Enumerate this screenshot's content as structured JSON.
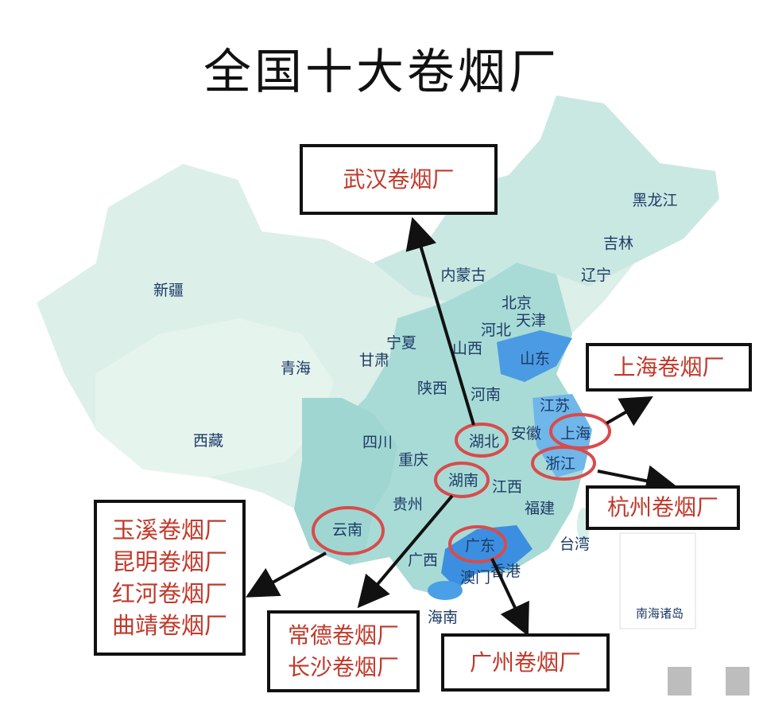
{
  "title": "全国十大卷烟厂",
  "provinces": {
    "xinjiang": "新疆",
    "xizang": "西藏",
    "qinghai": "青海",
    "gansu": "甘肃",
    "ningxia": "宁夏",
    "neimenggu": "内蒙古",
    "heilongjiang": "黑龙江",
    "jilin": "吉林",
    "liaoning": "辽宁",
    "beijing": "北京",
    "tianjin": "天津",
    "hebei": "河北",
    "shanxi": "山西",
    "shandong": "山东",
    "shaanxi": "陕西",
    "henan": "河南",
    "jiangsu": "江苏",
    "anhui": "安徽",
    "shanghai": "上海",
    "zhejiang": "浙江",
    "hubei": "湖北",
    "sichuan": "四川",
    "chongqing": "重庆",
    "hunan": "湖南",
    "jiangxi": "江西",
    "guizhou": "贵州",
    "fujian": "福建",
    "yunnan": "云南",
    "guangdong": "广东",
    "guangxi": "广西",
    "taiwan": "台湾",
    "aomen": "澳门",
    "xianggang": "香港",
    "hainan": "海南",
    "nanhai": "南海诸岛"
  },
  "factories": {
    "wuhan": [
      "武汉卷烟厂"
    ],
    "shanghai": [
      "上海卷烟厂"
    ],
    "hangzhou": [
      "杭州卷烟厂"
    ],
    "yunnan": [
      "玉溪卷烟厂",
      "昆明卷烟厂",
      "红河卷烟厂",
      "曲靖卷烟厂"
    ],
    "hunan": [
      "常德卷烟厂",
      "长沙卷烟厂"
    ],
    "guangzhou": [
      "广州卷烟厂"
    ]
  },
  "colors": {
    "label_red": "#c0392b",
    "circle_red": "#d94b4b",
    "map_light": "#d6efe9",
    "map_mid": "#a9dedb",
    "map_blue": "#3c8fe0"
  }
}
